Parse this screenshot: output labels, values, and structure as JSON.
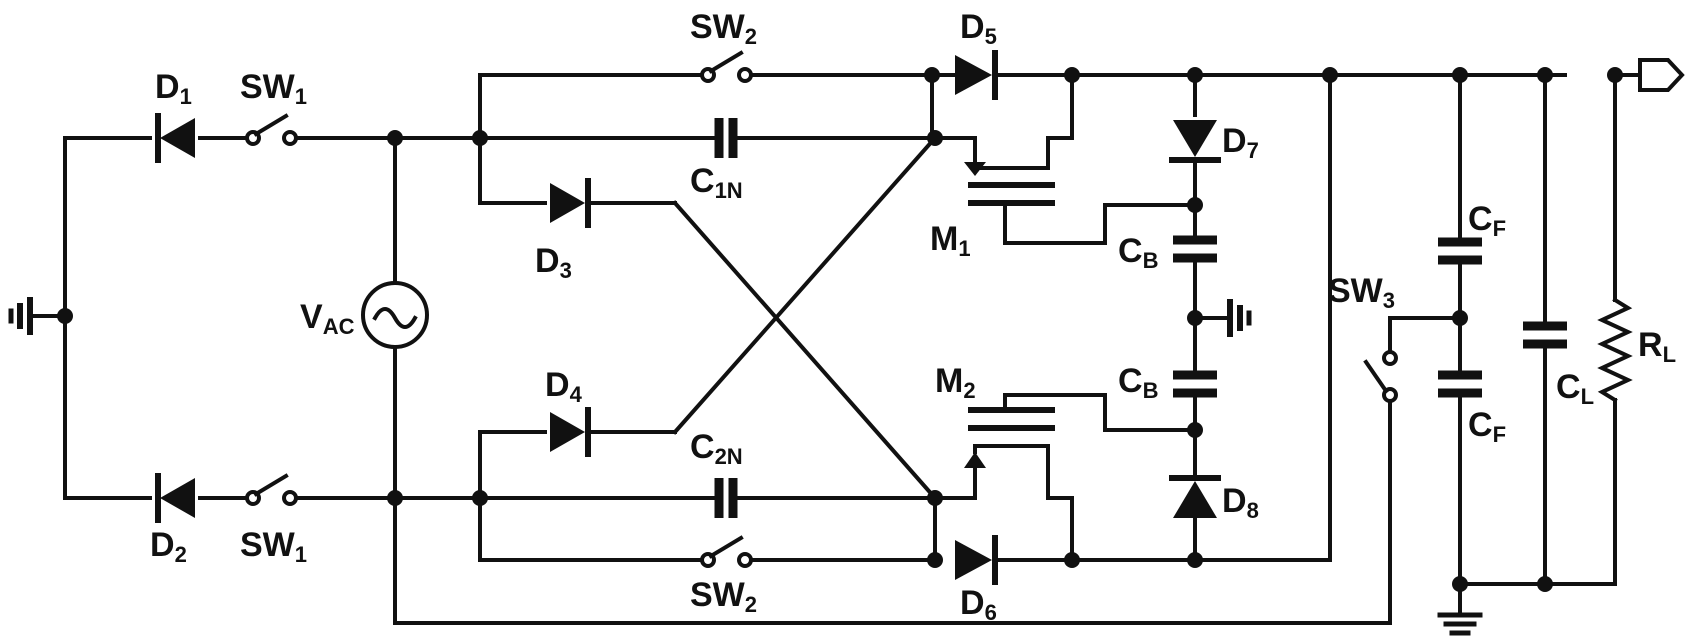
{
  "labels": {
    "d1": "D",
    "d1_sub": "1",
    "d2": "D",
    "d2_sub": "2",
    "d3": "D",
    "d3_sub": "3",
    "d4": "D",
    "d4_sub": "4",
    "d5": "D",
    "d5_sub": "5",
    "d6": "D",
    "d6_sub": "6",
    "d7": "D",
    "d7_sub": "7",
    "d8": "D",
    "d8_sub": "8",
    "sw1_top": "SW",
    "sw1_top_sub": "1",
    "sw1_bot": "SW",
    "sw1_bot_sub": "1",
    "sw2_top": "SW",
    "sw2_top_sub": "2",
    "sw2_bot": "SW",
    "sw2_bot_sub": "2",
    "sw3": "SW",
    "sw3_sub": "3",
    "c1n": "C",
    "c1n_sub": "1N",
    "c2n": "C",
    "c2n_sub": "2N",
    "cb_top": "C",
    "cb_top_sub": "B",
    "cb_bot": "C",
    "cb_bot_sub": "B",
    "cf_top": "C",
    "cf_top_sub": "F",
    "cf_bot": "C",
    "cf_bot_sub": "F",
    "cl": "C",
    "cl_sub": "L",
    "rl": "R",
    "rl_sub": "L",
    "m1": "M",
    "m1_sub": "1",
    "m2": "M",
    "m2_sub": "2",
    "vac": "V",
    "vac_sub": "AC"
  }
}
